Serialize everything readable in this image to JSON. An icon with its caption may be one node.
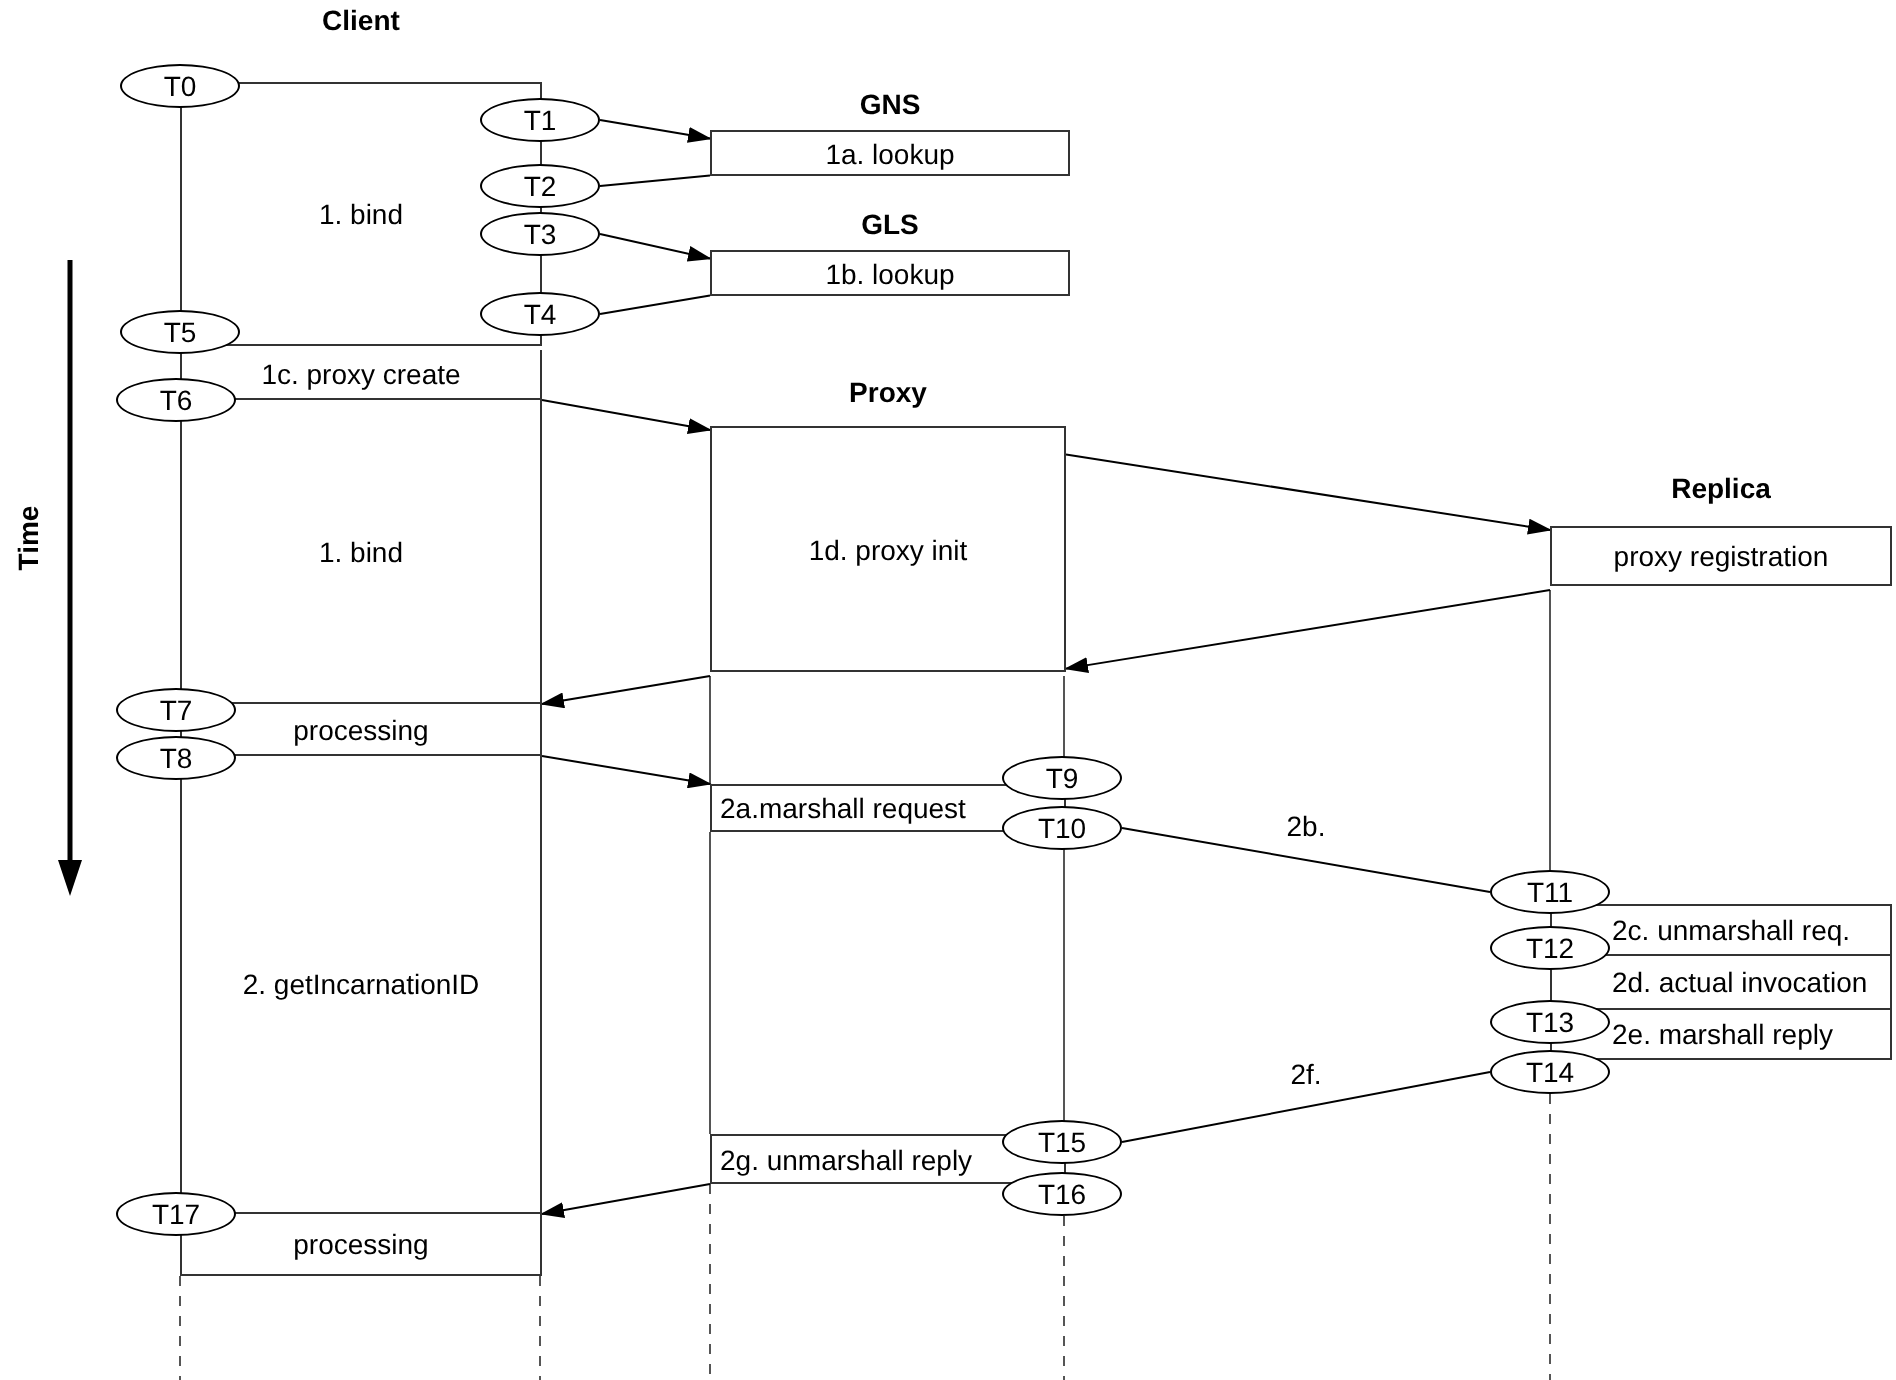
{
  "diagram": {
    "nodes": [
      {
        "text": [
          "Client",
          "1. bind"
        ]
      },
      {
        "text": [
          "1c. proxy create"
        ]
      },
      {
        "text": [
          "1. bind"
        ]
      },
      {
        "text": [
          "processing"
        ]
      },
      {
        "text": [
          "2. getIncarnationID"
        ]
      },
      {
        "text": [
          "processing"
        ]
      },
      {
        "text": [
          "GNS",
          "1a. lookup"
        ]
      },
      {
        "text": [
          "GLS",
          "1b. lookup"
        ]
      },
      {
        "text": [
          "Proxy",
          "1d. proxy init"
        ]
      },
      {
        "text": [
          "2a.marshall request"
        ]
      },
      {
        "text": [
          "2g. unmarshall reply"
        ]
      },
      {
        "text": [
          "Replica",
          "proxy registration"
        ]
      },
      {
        "text": [
          "2c. unmarshall req."
        ]
      },
      {
        "text": [
          "2d. actual invocation"
        ]
      },
      {
        "text": [
          "2e. marshall reply"
        ]
      },
      {
        "text": [
          "T0"
        ]
      },
      {
        "text": [
          "T1"
        ]
      },
      {
        "text": [
          "T2"
        ]
      },
      {
        "text": [
          "T3"
        ]
      },
      {
        "text": [
          "T4"
        ]
      },
      {
        "text": [
          "T5"
        ]
      },
      {
        "text": [
          "T6"
        ]
      },
      {
        "text": [
          "T7"
        ]
      },
      {
        "text": [
          "T8"
        ]
      },
      {
        "text": [
          "T9"
        ]
      },
      {
        "text": [
          "T10"
        ]
      },
      {
        "text": [
          "T11"
        ]
      },
      {
        "text": [
          "T12"
        ]
      },
      {
        "text": [
          "T13"
        ]
      },
      {
        "text": [
          "T14"
        ]
      },
      {
        "text": [
          "T15"
        ]
      },
      {
        "text": [
          "T16"
        ]
      },
      {
        "text": [
          "T17"
        ]
      }
    ],
    "edges": [
      {
        "from": 16,
        "to": 6,
        "arrow": "to"
      },
      {
        "from": 6,
        "to": 17,
        "arrow": "none"
      },
      {
        "from": 18,
        "to": 7,
        "arrow": "to"
      },
      {
        "from": 7,
        "to": 19,
        "arrow": "none"
      },
      {
        "from": 1,
        "to": 8,
        "arrow": "to"
      },
      {
        "from": 8,
        "to": 11,
        "arrow": "to"
      },
      {
        "from": 11,
        "to": 8,
        "arrow": "to"
      },
      {
        "from": 8,
        "to": 3,
        "arrow": "to"
      },
      {
        "from": 3,
        "to": 9,
        "arrow": "to"
      },
      {
        "from": 25,
        "to": 26,
        "arrow": "none",
        "label": "2b."
      },
      {
        "from": 29,
        "to": 30,
        "arrow": "none",
        "label": "2f."
      },
      {
        "from": 10,
        "to": 5,
        "arrow": "to"
      }
    ],
    "labels": [
      "Time"
    ]
  }
}
